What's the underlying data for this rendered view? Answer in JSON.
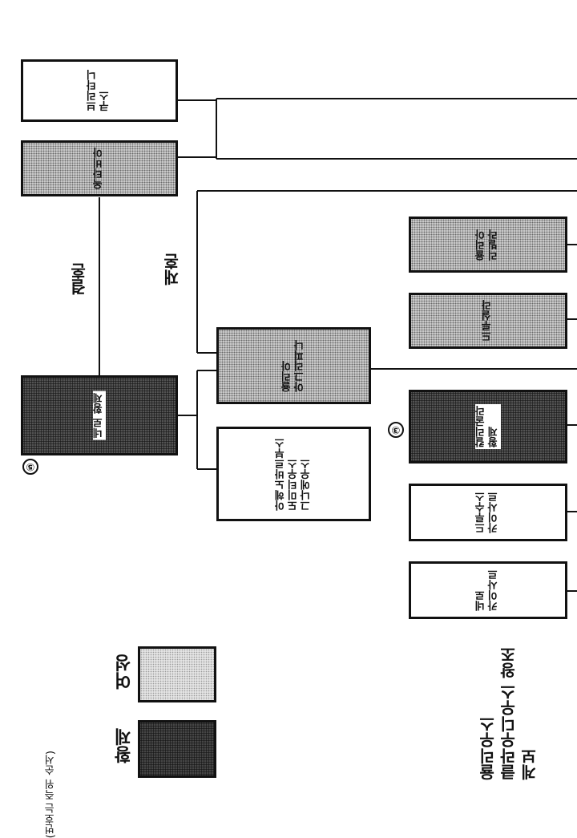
{
  "title": {
    "line1": "율리우스",
    "line2": "클라우디우스 왕조",
    "line3": "계보"
  },
  "persons": {
    "britannicus": {
      "line1": "브리타니",
      "line2": "쿠스"
    },
    "octavia": {
      "line1": "옥타비아"
    },
    "nero": {
      "line1": "네로 황제"
    },
    "livilla": {
      "line1": "율리아",
      "line2": "리빌라"
    },
    "drusilla": {
      "line1": "드루실라"
    },
    "agrippina": {
      "line1": "율리아",
      "line2": "아그리피나"
    },
    "caligula": {
      "line1": "칼리굴라",
      "line2": "황제"
    },
    "ahenobarbus": {
      "line1": "아헤노바르부스",
      "line2": "도미티우스",
      "line3": "그나에우스"
    },
    "drusus": {
      "line1": "드루수스",
      "line2": "카이사르"
    },
    "nero_caesar": {
      "line1": "네로",
      "line2": "카이사르"
    }
  },
  "relations": {
    "marriage": "결혼",
    "remarriage": "재혼"
  },
  "markers": {
    "nero": "⑤",
    "caligula": "③"
  },
  "legend": {
    "female": "여성",
    "emperor": "황제",
    "note": "(번호는 즉위 순서)"
  },
  "colors": {
    "line": "#111111",
    "female_fill": "#d2d2d2",
    "emperor_fill": "#6a6a6a"
  }
}
